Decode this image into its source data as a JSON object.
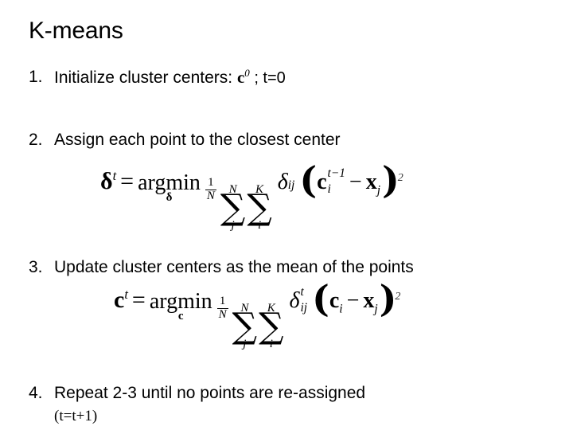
{
  "slide": {
    "title": "K-means",
    "background_color": "#ffffff",
    "text_color": "#000000"
  },
  "steps": [
    {
      "number": "1.",
      "text_before": "Initialize cluster centers: ",
      "math_symbol": "c",
      "math_superscript": "0",
      "text_after": " ; t=0",
      "second_line": ""
    },
    {
      "number": "2.",
      "text_before": "Assign each point to the closest center",
      "math_symbol": "",
      "math_superscript": "",
      "text_after": "",
      "second_line": ""
    },
    {
      "number": "3.",
      "text_before": "Update cluster centers as the mean of the points",
      "math_symbol": "",
      "math_superscript": "",
      "text_after": "",
      "second_line": ""
    },
    {
      "number": "4.",
      "text_before": "Repeat 2-3 until no points are re-assigned",
      "math_symbol": "",
      "math_superscript": "",
      "text_after": "",
      "second_line": "(t=t+1)"
    }
  ],
  "equations": [
    {
      "id": "assignment-step",
      "plain_text": "delta^t = argmin_delta (1/N) sum_j^N sum_i^K delta_ij ( c_i^{t-1} - x_j )^2",
      "lhs_symbol": "δ",
      "lhs_superscript": "t",
      "equals": "=",
      "operator_name": "argmin",
      "operator_limit": "δ",
      "fraction_numerator": "1",
      "fraction_denominator": "N",
      "sum1_glyph": "∑",
      "sum1_upper": "N",
      "sum1_lower": "j",
      "sum2_glyph": "∑",
      "sum2_upper": "K",
      "sum2_lower": "i",
      "coefficient_symbol": "δ",
      "coefficient_superscript": "",
      "coefficient_subscript": "ij",
      "paren_left": "(",
      "paren_right": ")",
      "term1_symbol": "c",
      "term1_subscript": "i",
      "term1_superscript": "t−1",
      "minus": "−",
      "term2_symbol": "x",
      "term2_subscript": "j",
      "term2_superscript": "",
      "paren_exponent": "2"
    },
    {
      "id": "update-step",
      "plain_text": "c^t = argmin_c (1/N) sum_j^N sum_i^K delta_ij^t ( c_i - x_j )^2",
      "lhs_symbol": "c",
      "lhs_superscript": "t",
      "equals": "=",
      "operator_name": "argmin",
      "operator_limit": "c",
      "fraction_numerator": "1",
      "fraction_denominator": "N",
      "sum1_glyph": "∑",
      "sum1_upper": "N",
      "sum1_lower": "j",
      "sum2_glyph": "∑",
      "sum2_upper": "K",
      "sum2_lower": "i",
      "coefficient_symbol": "δ",
      "coefficient_superscript": "t",
      "coefficient_subscript": "ij",
      "paren_left": "(",
      "paren_right": ")",
      "term1_symbol": "c",
      "term1_subscript": "i",
      "term1_superscript": "",
      "minus": "−",
      "term2_symbol": "x",
      "term2_subscript": "j",
      "term2_superscript": "",
      "paren_exponent": "2"
    }
  ]
}
